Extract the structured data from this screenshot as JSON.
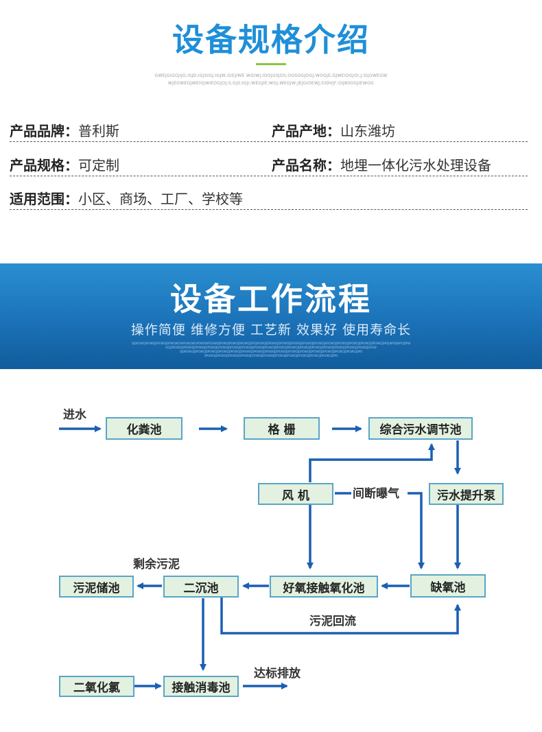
{
  "spec": {
    "title": "设备规格介绍",
    "subtitle_line1": "GWEJGIGOJIJG;ISJD;IGJSIGJ;IGJW;GIEJIWE WGIWJ;IDOJGSJDS;OGSOGJOGJ;WOGJE;GJWEIOGJOI;J;SIJGWEGW",
    "subtitle_line2": "WJEGWEGJWEIGJWIEOGJOJ;S;GJS;IGJI;WEGJIE;WGJ;WEGJW;JEJGIOEWJ;OIDVJF;OIJBIIOGJIEWOG",
    "rows": [
      {
        "left_label": "产品品牌：",
        "left_value": "普利斯",
        "right_label": "产品产地：",
        "right_value": "山东潍坊"
      },
      {
        "left_label": "产品规格：",
        "left_value": "可定制",
        "right_label": "产品名称：",
        "right_value": "地埋一体化污水处理设备"
      },
      {
        "left_label": "适用范围：",
        "left_value": "小区、商场、工厂、学校等"
      }
    ]
  },
  "process": {
    "title": "设备工作流程",
    "subtitle": "操作简便  维修方便  工艺新  效果好  使用寿命长",
    "tiny_line1": "OJDPOWOJPOWEJDPOWOJDPWOWOWPOWOWOPOWOWPOOWOJPOWOJPOWOJDPOWOJDPOJPOWOJDPOWOJDPOWOJDPOWOJDPOWOJDPOWOJDPOWOJDPOWOJDPOWOJDPOWOJDPOWOJDPOJWPOJWPOJDPW",
    "tiny_line2": "OOJDPOWOJDPOWOJDPOWOJDPOWOJDPOWOJDPOWOJDPOWOJDPOWOJDPOWOJDPOWOJDPOWOJDPOWOJDPOWOJDPOWOJDPOWOJDPOWOJDPOWOJDPOW",
    "tiny_line3": "OJDPOWOJDPOWOJDPOWOJDPOWOJDPOWOJDPOWOJDPOWOJDPOWOJDPOWOJDPOWOJDPOWOJDPOWOJDPOWOJDPOWOJDPOWOJDPO",
    "tiny_line4": "DPOWOJDPOWOJDPOWOJDPOWOJDPOWOJDPOWOJDPOWOJDPOWOJDPOWOJDPOWOJDPOWOJDPO"
  },
  "flow": {
    "labels": {
      "inlet": "进水",
      "aeration": "间断曝气",
      "excess_sludge": "剩余污泥",
      "sludge_return": "污泥回流",
      "discharge": "达标排放"
    },
    "boxes": {
      "septic": "化粪池",
      "grille": "格 栅",
      "regulating": "综合污水调节池",
      "blower": "风 机",
      "lift_pump": "污水提升泵",
      "aerobic": "好氧接触氧化池",
      "anoxic": "缺氧池",
      "secondary": "二沉池",
      "sludge_storage": "污泥储池",
      "chlorine_dioxide": "二氧化氯",
      "contact_disinfection": "接触消毒池"
    },
    "arrow_color": "#1a5fb4",
    "box_fill": "#e2f1e0",
    "box_border": "#5aa4c8"
  }
}
